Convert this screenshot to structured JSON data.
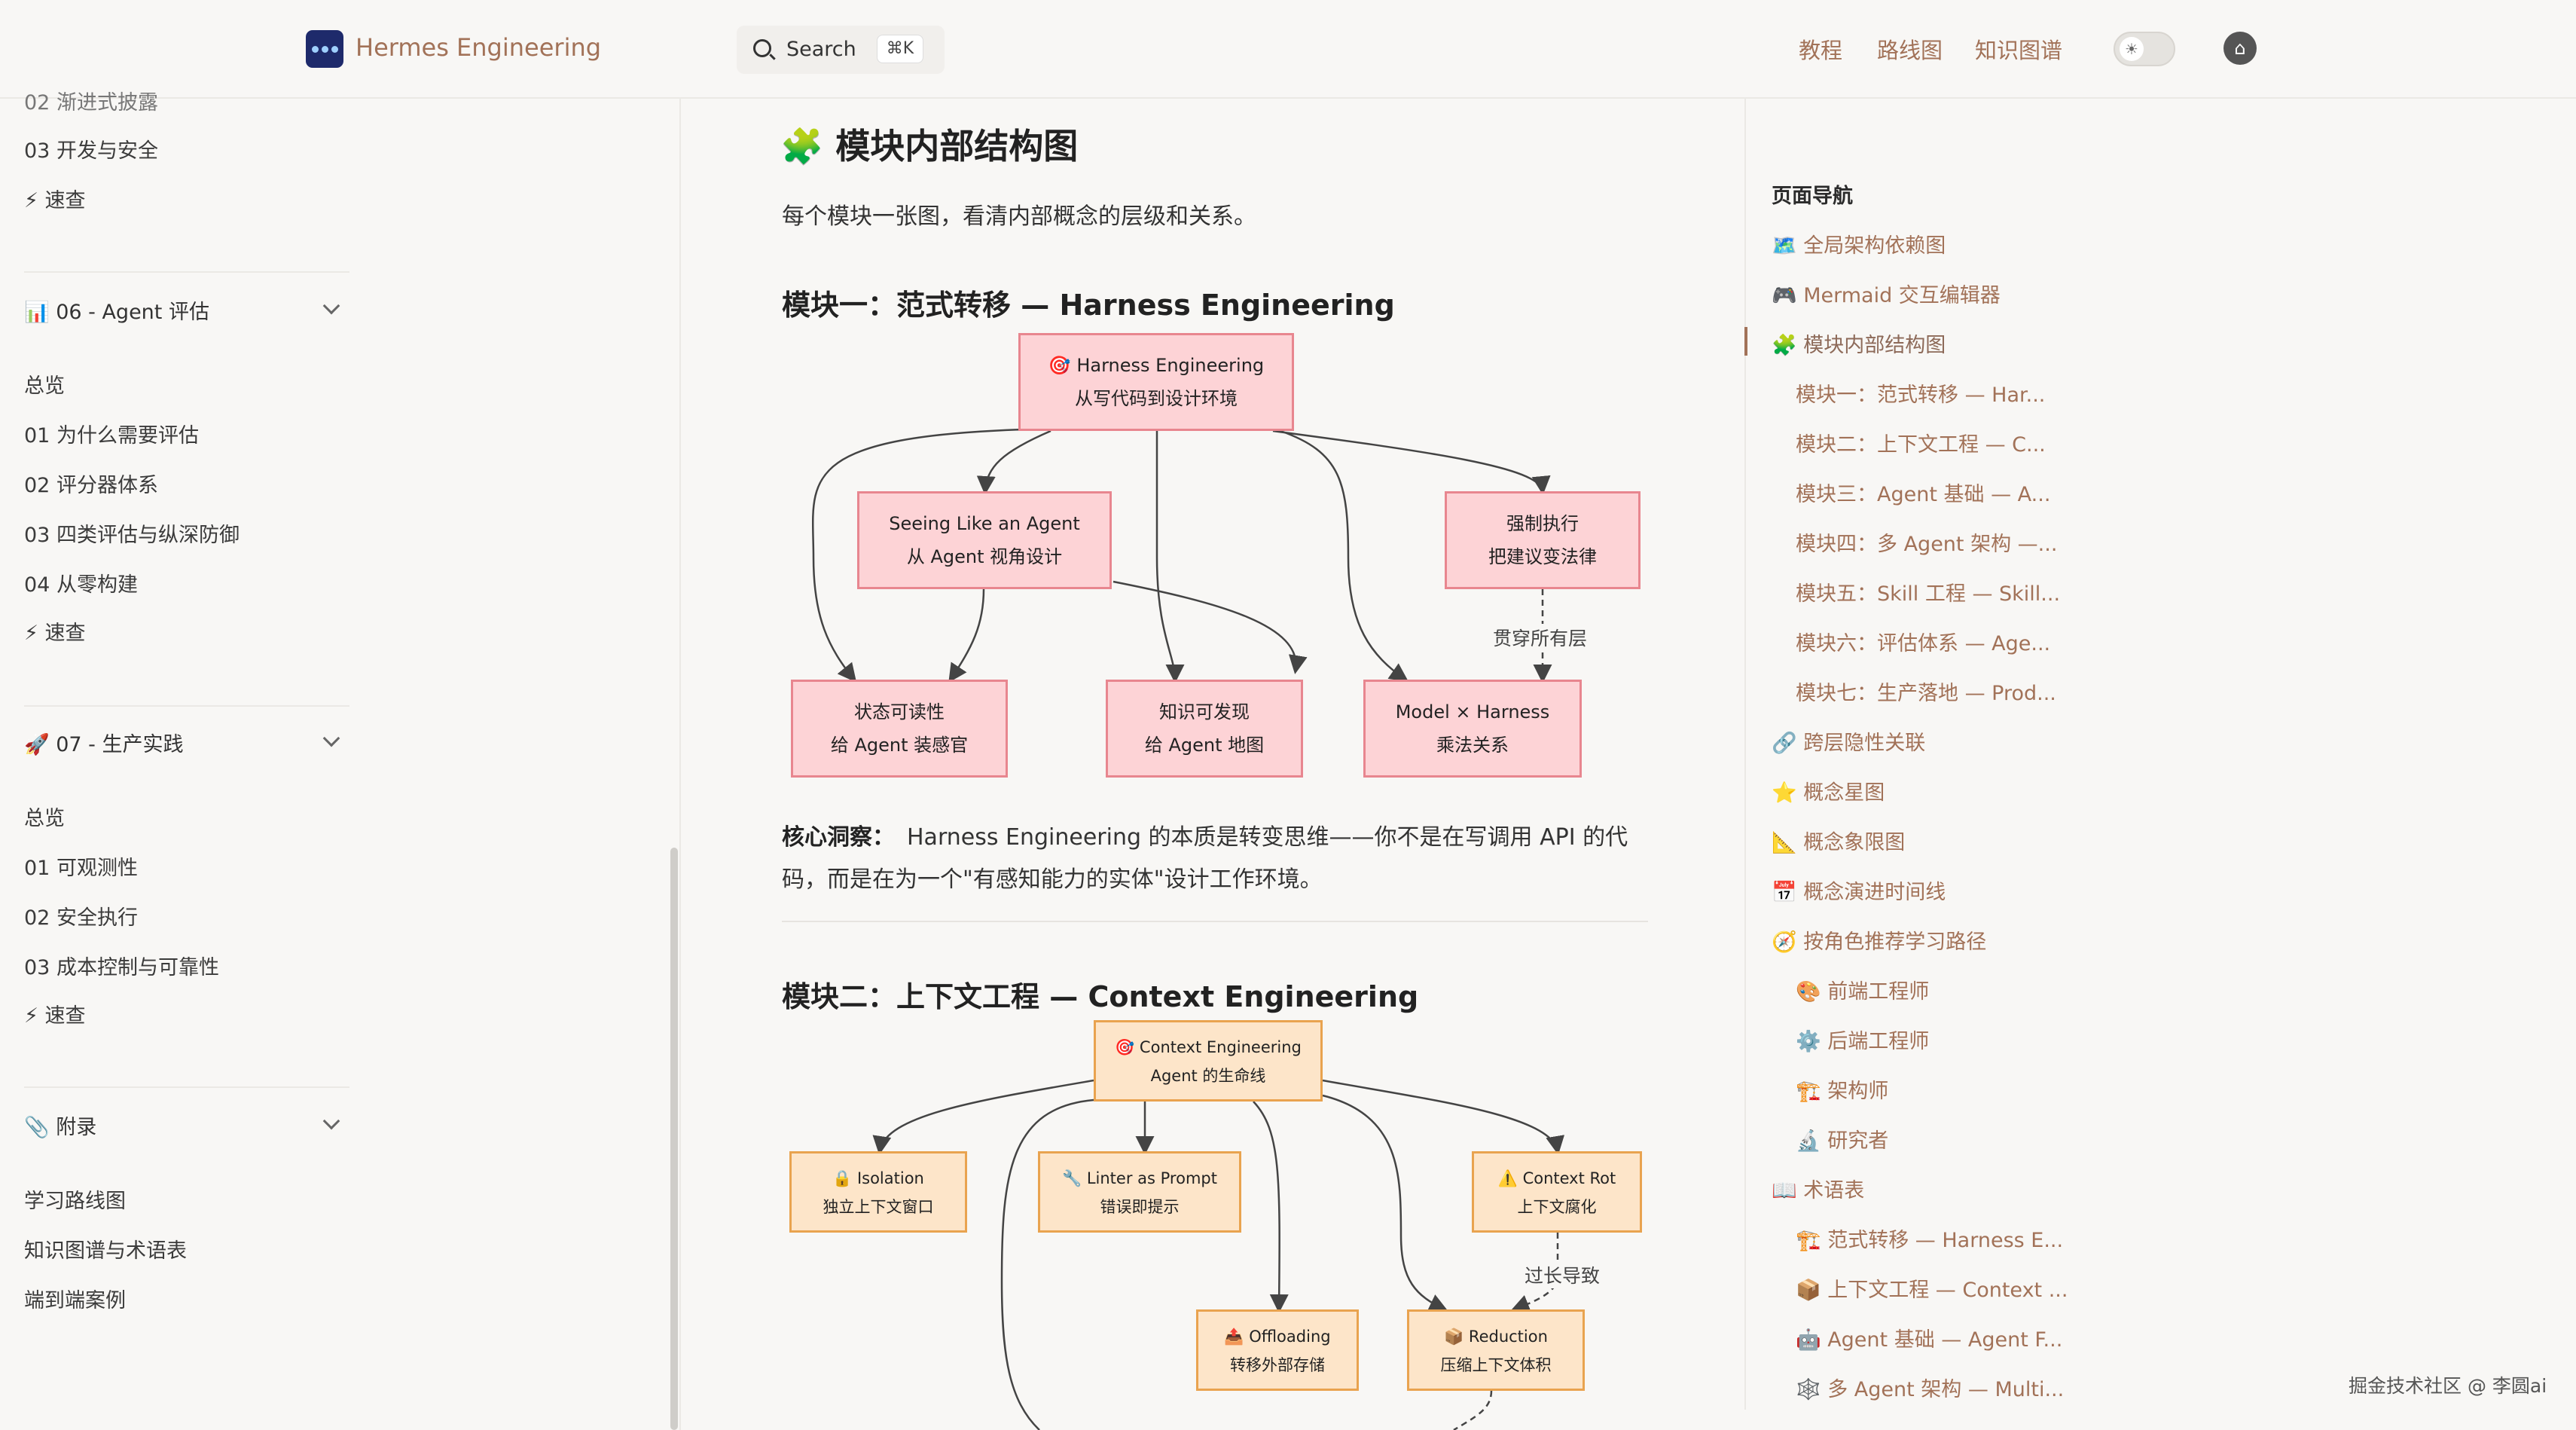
{
  "header": {
    "brand": "Hermes Engineering",
    "search_label": "Search",
    "search_kbd": "⌘K",
    "nav": [
      "教程",
      "路线图",
      "知识图谱"
    ],
    "theme_icon": "☀",
    "github_icon": "github"
  },
  "sidebar": {
    "items_top": [
      "02 渐进式披露",
      "03 开发与安全",
      "⚡ 速查"
    ],
    "group06": {
      "title": "📊 06 - Agent 评估",
      "items": [
        "总览",
        "01 为什么需要评估",
        "02 评分器体系",
        "03 四类评估与纵深防御",
        "04 从零构建",
        "⚡ 速查"
      ]
    },
    "group07": {
      "title": "🚀 07 - 生产实践",
      "items": [
        "总览",
        "01 可观测性",
        "02 安全执行",
        "03 成本控制与可靠性",
        "⚡ 速查"
      ]
    },
    "appendix": {
      "title": "📎 附录",
      "items": [
        "学习路线图",
        "知识图谱与术语表",
        "端到端案例"
      ]
    }
  },
  "main": {
    "title": "🧩 模块内部结构图",
    "intro": "每个模块一张图，看清内部概念的层级和关系。",
    "module1": {
      "heading": "模块一：范式转移 — Harness Engineering",
      "nodes": {
        "root": [
          "🎯 Harness Engineering",
          "从写代码到设计环境"
        ],
        "seeing": [
          "Seeing Like an Agent",
          "从 Agent 视角设计"
        ],
        "enforce": [
          "强制执行",
          "把建议变法律"
        ],
        "state": [
          "状态可读性",
          "给 Agent 装感官"
        ],
        "knowledge": [
          "知识可发现",
          "给 Agent 地图"
        ],
        "model": [
          "Model × Harness",
          "乘法关系"
        ]
      },
      "edge_label": "贯穿所有层"
    },
    "insight_label": "核心洞察：",
    "insight_line1": "Harness Engineering 的本质是转变思维——你不是在写调用 API 的代",
    "insight_line2": "码，而是在为一个\"有感知能力的实体\"设计工作环境。",
    "module2": {
      "heading": "模块二：上下文工程 — Context Engineering",
      "nodes": {
        "root": [
          "🎯 Context Engineering",
          "Agent 的生命线"
        ],
        "isolation": [
          "🔒 Isolation",
          "独立上下文窗口"
        ],
        "linter": [
          "🔧 Linter as Prompt",
          "错误即提示"
        ],
        "rot": [
          "⚠️ Context Rot",
          "上下文腐化"
        ],
        "offloading": [
          "📤 Offloading",
          "转移外部存储"
        ],
        "reduction": [
          "📦 Reduction",
          "压缩上下文体积"
        ]
      },
      "edge_label": "过长导致"
    }
  },
  "toc": {
    "title": "页面导航",
    "items": [
      {
        "label": "🗺️ 全局架构依赖图",
        "level": 1
      },
      {
        "label": "🎮 Mermaid 交互编辑器",
        "level": 1
      },
      {
        "label": "🧩 模块内部结构图",
        "level": 1,
        "active": true
      },
      {
        "label": "模块一：范式转移 — Har...",
        "level": 2
      },
      {
        "label": "模块二：上下文工程 — C...",
        "level": 2
      },
      {
        "label": "模块三：Agent 基础 — A...",
        "level": 2
      },
      {
        "label": "模块四：多 Agent 架构 —...",
        "level": 2
      },
      {
        "label": "模块五：Skill 工程 — Skill...",
        "level": 2
      },
      {
        "label": "模块六：评估体系 — Age...",
        "level": 2
      },
      {
        "label": "模块七：生产落地 — Prod...",
        "level": 2
      },
      {
        "label": "🔗 跨层隐性关联",
        "level": 1
      },
      {
        "label": "⭐ 概念星图",
        "level": 1
      },
      {
        "label": "📐 概念象限图",
        "level": 1
      },
      {
        "label": "📅 概念演进时间线",
        "level": 1
      },
      {
        "label": "🧭 按角色推荐学习路径",
        "level": 1
      },
      {
        "label": "🎨 前端工程师",
        "level": 2
      },
      {
        "label": "⚙️ 后端工程师",
        "level": 2
      },
      {
        "label": "🏗️ 架构师",
        "level": 2
      },
      {
        "label": "🔬 研究者",
        "level": 2
      },
      {
        "label": "📖 术语表",
        "level": 1
      },
      {
        "label": "🏗️ 范式转移 — Harness E...",
        "level": 2
      },
      {
        "label": "📦 上下文工程 — Context ...",
        "level": 2
      },
      {
        "label": "🤖 Agent 基础 — Agent F...",
        "level": 2
      },
      {
        "label": "🕸️ 多 Agent 架构 — Multi...",
        "level": 2
      }
    ]
  },
  "footer": "掘金技术社区 @ 李圆ai"
}
